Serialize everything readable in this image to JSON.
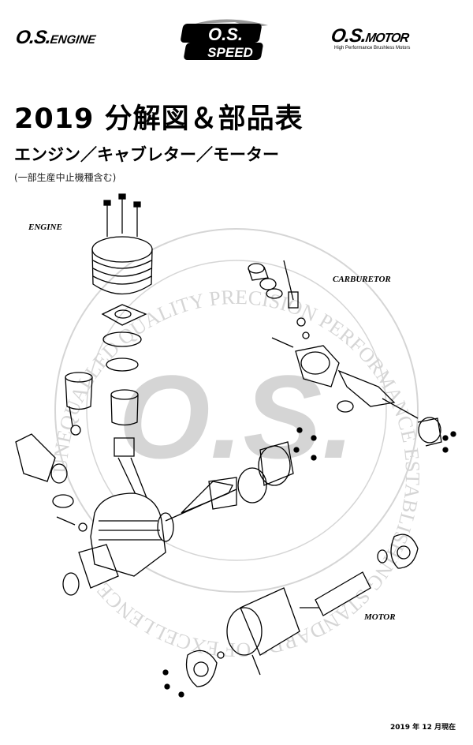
{
  "logos": {
    "engine": {
      "main": "O.S.",
      "sub": "ENGINE"
    },
    "speed": {
      "line1": "O.S.",
      "line2": "SPEED"
    },
    "motor": {
      "main": "O.S.",
      "sub": "MOTOR",
      "tagline": "High Performance Brushless Motors"
    }
  },
  "document": {
    "title": "2019 分解図＆部品表",
    "subtitle": "エンジン／キャブレター／モーター",
    "note": "(一部生産中止機種含む)",
    "date": "2019 年 12 月現在"
  },
  "sections": {
    "engine": "ENGINE",
    "carburetor": "CARBURETOR",
    "motor": "MOTOR"
  },
  "watermark": {
    "center": "O.S.",
    "ring_text": "UNEQUALLED QUALITY PRECISION PERFORMANCE ESTABLISHING STANDARDS OF EXCELLENCE"
  }
}
